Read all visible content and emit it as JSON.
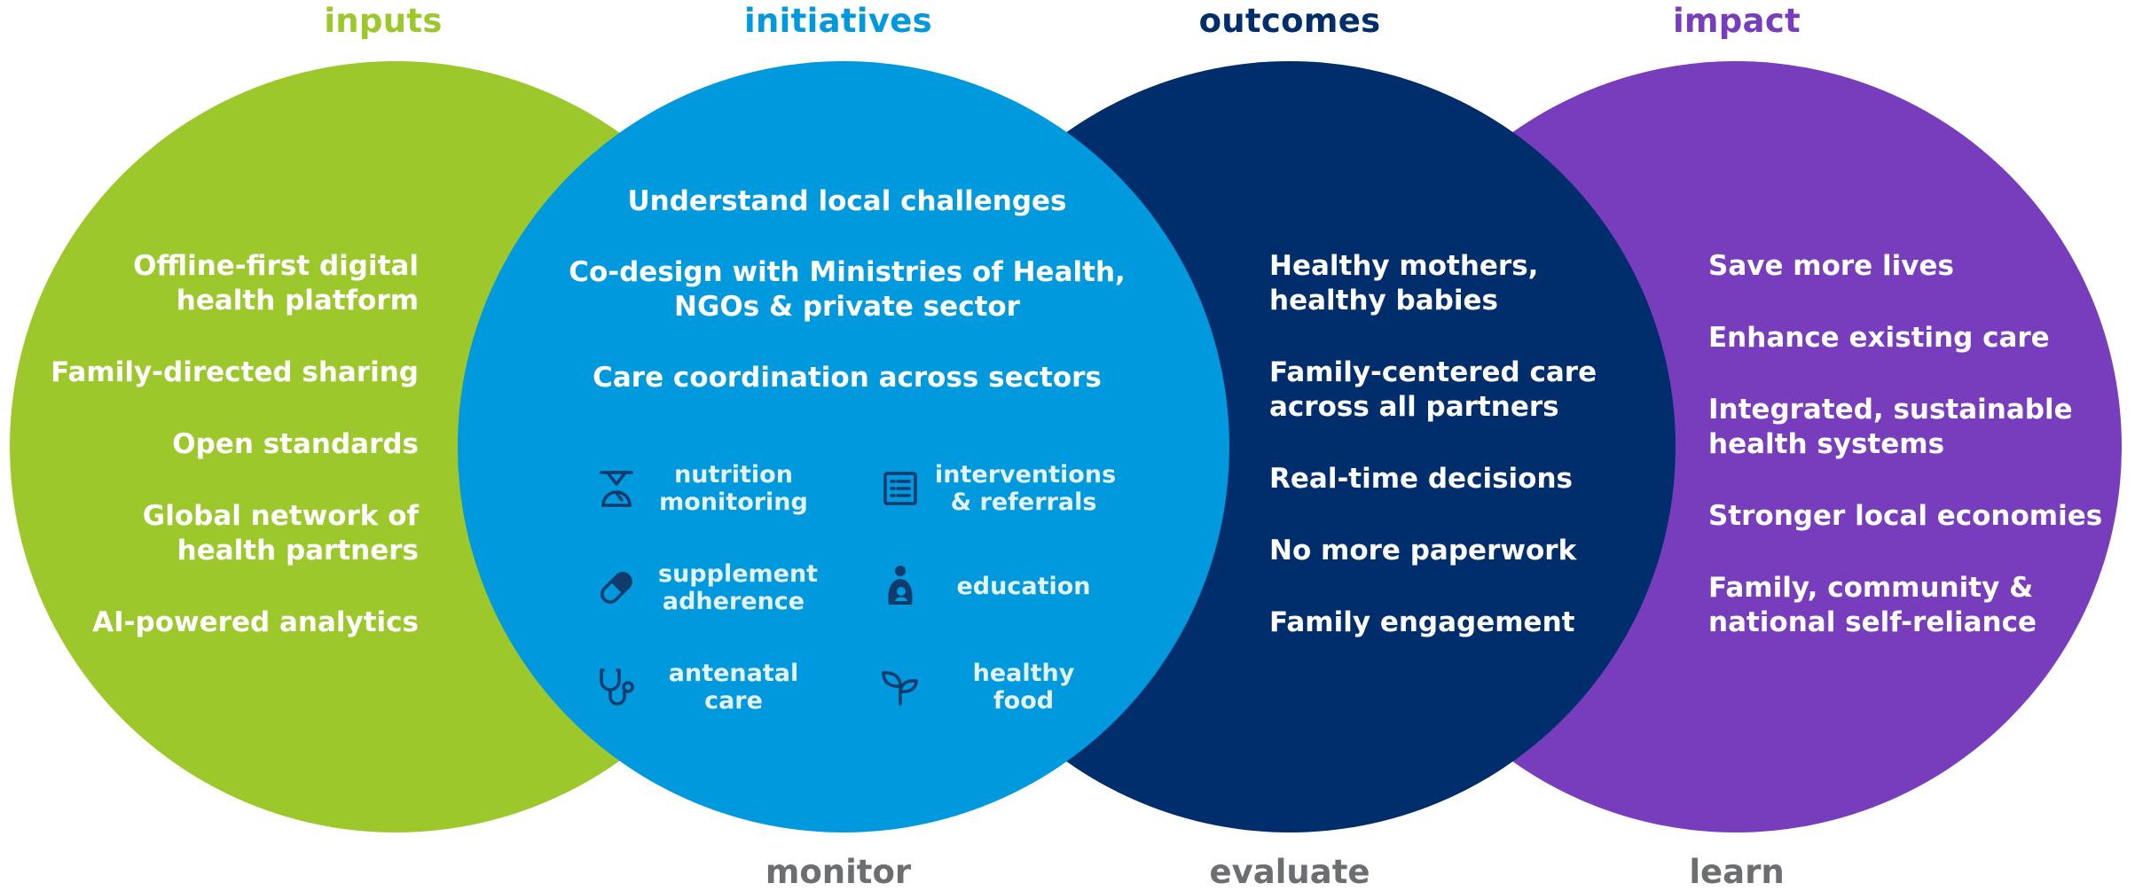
{
  "colors": {
    "inputs": "#9cc82c",
    "initiatives": "#0099dd",
    "outcomes": "#002d6b",
    "impact": "#773dbd",
    "footer": "#6d6e71"
  },
  "headings": {
    "inputs": "inputs",
    "initiatives": "initiatives",
    "outcomes": "outcomes",
    "impact": "impact"
  },
  "footers": {
    "monitor": "monitor",
    "evaluate": "evaluate",
    "learn": "learn"
  },
  "inputs": {
    "items": [
      {
        "lines": [
          "Offline-first digital",
          "health platform"
        ]
      },
      {
        "lines": [
          "Family-directed sharing"
        ]
      },
      {
        "lines": [
          "Open standards"
        ]
      },
      {
        "lines": [
          "Global network of",
          "health partners"
        ]
      },
      {
        "lines": [
          "AI-powered analytics"
        ]
      }
    ]
  },
  "initiatives": {
    "items": [
      {
        "lines": [
          "Understand local challenges"
        ]
      },
      {
        "lines": [
          "Co-design with Ministries of Health,",
          "NGOs & private sector"
        ]
      },
      {
        "lines": [
          "Care coordination across sectors"
        ]
      }
    ],
    "tiles": [
      {
        "icon": "scale-icon",
        "lines": [
          "nutrition",
          "monitoring"
        ]
      },
      {
        "icon": "list-icon",
        "lines": [
          "interventions",
          "& referrals"
        ]
      },
      {
        "icon": "pill-icon",
        "lines": [
          "supplement",
          "adherence"
        ]
      },
      {
        "icon": "mother-child-icon",
        "lines": [
          "education"
        ]
      },
      {
        "icon": "stethoscope-icon",
        "lines": [
          "antenatal",
          "care"
        ]
      },
      {
        "icon": "sprout-icon",
        "lines": [
          "healthy",
          "food"
        ]
      }
    ]
  },
  "outcomes": {
    "items": [
      {
        "lines": [
          "Healthy mothers,",
          "healthy babies"
        ]
      },
      {
        "lines": [
          "Family-centered care",
          "across all partners"
        ]
      },
      {
        "lines": [
          "Real-time decisions"
        ]
      },
      {
        "lines": [
          "No more paperwork"
        ]
      },
      {
        "lines": [
          "Family engagement"
        ]
      }
    ]
  },
  "impact": {
    "items": [
      {
        "lines": [
          "Save more lives"
        ]
      },
      {
        "lines": [
          "Enhance existing care"
        ]
      },
      {
        "lines": [
          "Integrated, sustainable",
          "health systems"
        ]
      },
      {
        "lines": [
          "Stronger local economies"
        ]
      },
      {
        "lines": [
          "Family, community &",
          "national self-reliance"
        ]
      }
    ]
  }
}
